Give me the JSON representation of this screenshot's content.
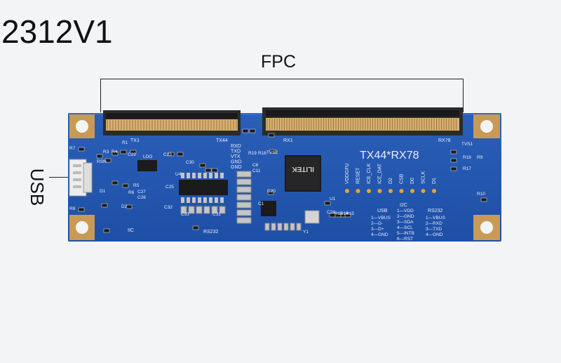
{
  "title": "2312V1",
  "fpc_label": "FPC",
  "usb_label": "USB",
  "board": {
    "model_text": "TX44*RX78",
    "chip_brand": "ILITEK",
    "connector_labels": {
      "tx1": "TX1",
      "tx44": "TX44",
      "rx1": "RX1",
      "rx78": "RX78"
    },
    "pin_labels": [
      "VDDGFU",
      "RESET",
      "ICE_CLK",
      "ICE_DAT",
      "D2",
      "CSB",
      "D0",
      "SCLK",
      "D1"
    ],
    "usb_pins": {
      "title": "USB",
      "lines": [
        "1—VBUS",
        "2—D-",
        "3—D+",
        "4—GND"
      ]
    },
    "i2c_pins": {
      "title": "I2C",
      "lines": [
        "1—VDD",
        "2—GND",
        "3—SDA",
        "4—SCL",
        "5—INTB",
        "6—RST"
      ]
    },
    "rs232_pins": {
      "title": "RS232",
      "lines": [
        "1—VBUS",
        "2—RXD",
        "3—TXD",
        "4—GND"
      ]
    },
    "bottom_labels": {
      "iic": "IIC",
      "rs232": "RS232"
    },
    "components": [
      "R7",
      "R8",
      "R3",
      "R4",
      "RSN",
      "R1",
      "R5",
      "R6",
      "D1",
      "D2",
      "LDO",
      "C22",
      "C23",
      "C30",
      "C25",
      "C26",
      "C27",
      "C32",
      "C33",
      "C31",
      "U4",
      "C20",
      "C1",
      "C6",
      "C11",
      "C24",
      "R11",
      "R14",
      "R15",
      "R9",
      "R10",
      "R16",
      "R17",
      "R18",
      "R19",
      "TVS1",
      "TVS2",
      "Y1",
      "U1"
    ],
    "silk_right": [
      "RXD",
      "TXD",
      "VTX",
      "GND",
      "GND"
    ]
  }
}
